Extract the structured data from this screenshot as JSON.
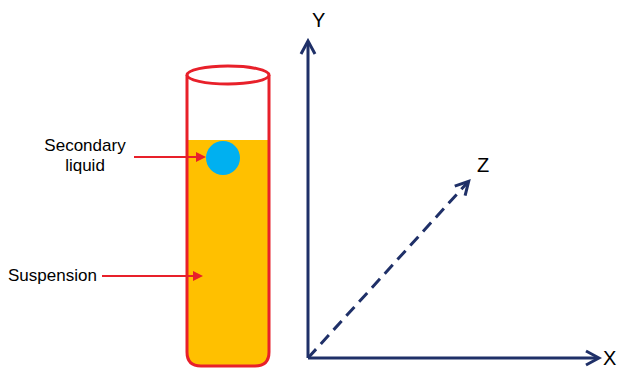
{
  "diagram": {
    "labels": [
      "Secondary liquid",
      "Suspension",
      "Y",
      "Z",
      "X"
    ]
  }
}
